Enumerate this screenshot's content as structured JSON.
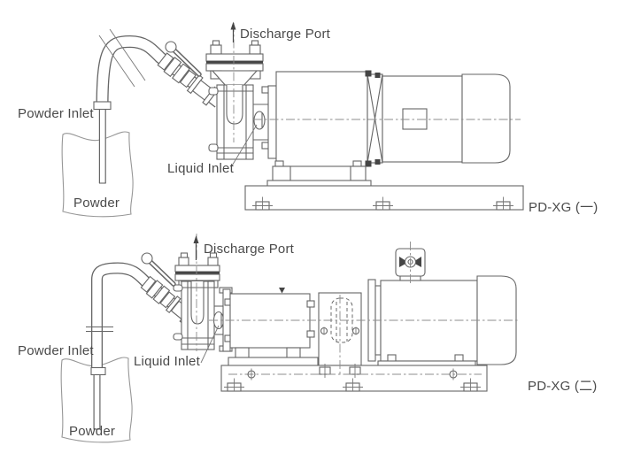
{
  "colors": {
    "background": "#ffffff",
    "drawing_line": "#666666",
    "dark_fill": "#454545",
    "centerline": "#8c8c8c",
    "bag_outline": "#979797",
    "label_text": "#4a4a4a"
  },
  "diagrams": {
    "top": {
      "model_label": "PD-XG (一)",
      "discharge_port_label": "Discharge Port",
      "powder_inlet_label": "Powder Inlet",
      "liquid_inlet_label": "Liquid Inlet",
      "powder_label": "Powder"
    },
    "bottom": {
      "model_label": "PD-XG (二)",
      "discharge_port_label": "Discharge Port",
      "powder_inlet_label": "Powder Inlet",
      "liquid_inlet_label": "Liquid Inlet",
      "powder_label": "Powder"
    }
  }
}
